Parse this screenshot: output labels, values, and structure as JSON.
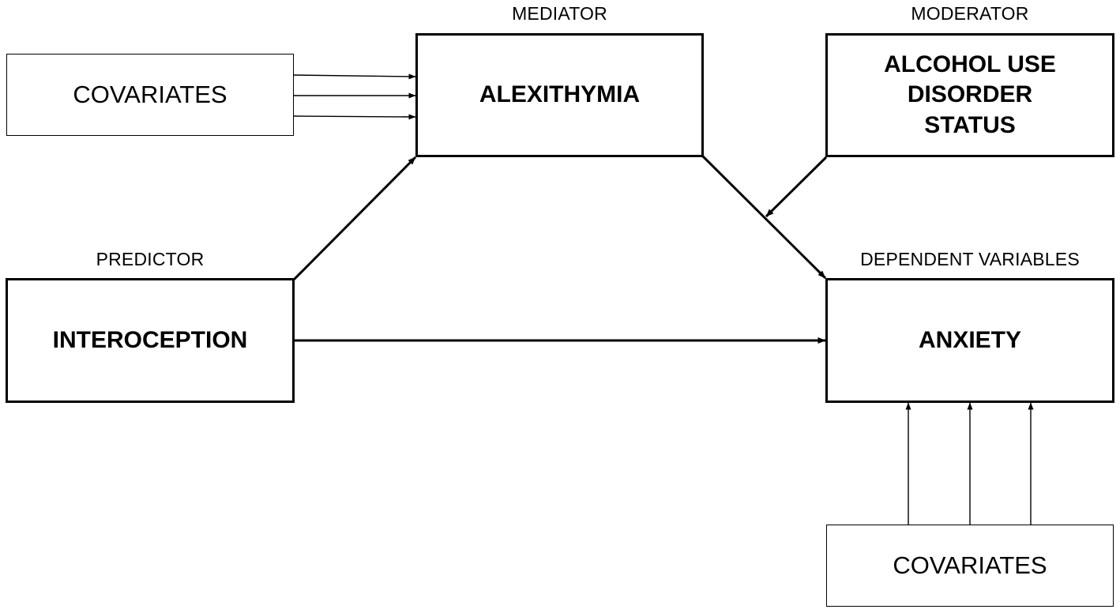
{
  "diagram": {
    "roles": {
      "mediator": "MEDIATOR",
      "moderator": "MODERATOR",
      "predictor": "PREDICTOR",
      "dependent": "DEPENDENT VARIABLES"
    },
    "nodes": {
      "covariates_top": "COVARIATES",
      "mediator": "ALEXITHYMIA",
      "moderator": [
        "ALCOHOL USE",
        "DISORDER",
        "STATUS"
      ],
      "predictor": "INTEROCEPTION",
      "outcome": "ANXIETY",
      "covariates_bottom": "COVARIATES"
    },
    "edges": [
      {
        "from": "covariates_top",
        "to": "mediator",
        "count": 3
      },
      {
        "from": "predictor",
        "to": "mediator"
      },
      {
        "from": "mediator",
        "to": "outcome"
      },
      {
        "from": "moderator",
        "to": "mediator-outcome-path"
      },
      {
        "from": "predictor",
        "to": "outcome"
      },
      {
        "from": "covariates_bottom",
        "to": "outcome",
        "count": 3
      }
    ]
  }
}
